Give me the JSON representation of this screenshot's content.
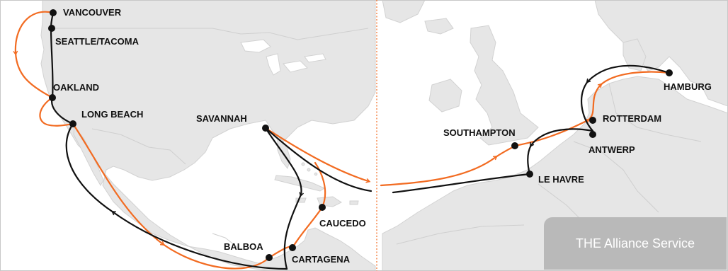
{
  "map": {
    "colors": {
      "water": "#ffffff",
      "land": "#e6e6e6",
      "border": "#c8c8c8",
      "route_out": "#f26b21",
      "route_back": "#111111",
      "divider": "#f26b21",
      "frame": "#c8c8c8"
    },
    "ports": [
      {
        "id": "vancouver",
        "name": "VANCOUVER"
      },
      {
        "id": "seattle",
        "name": "SEATTLE/TACOMA"
      },
      {
        "id": "oakland",
        "name": "OAKLAND"
      },
      {
        "id": "longbeach",
        "name": "LONG BEACH"
      },
      {
        "id": "savannah",
        "name": "SAVANNAH"
      },
      {
        "id": "caucedo",
        "name": "CAUCEDO"
      },
      {
        "id": "balboa",
        "name": "BALBOA"
      },
      {
        "id": "cartagena",
        "name": "CARTAGENA"
      },
      {
        "id": "southampton",
        "name": "SOUTHAMPTON"
      },
      {
        "id": "lehavre",
        "name": "LE HAVRE"
      },
      {
        "id": "rotterdam",
        "name": "ROTTERDAM"
      },
      {
        "id": "antwerp",
        "name": "ANTWERP"
      },
      {
        "id": "hamburg",
        "name": "HAMBURG"
      }
    ]
  },
  "legend": {
    "label": "THE Alliance Service"
  }
}
